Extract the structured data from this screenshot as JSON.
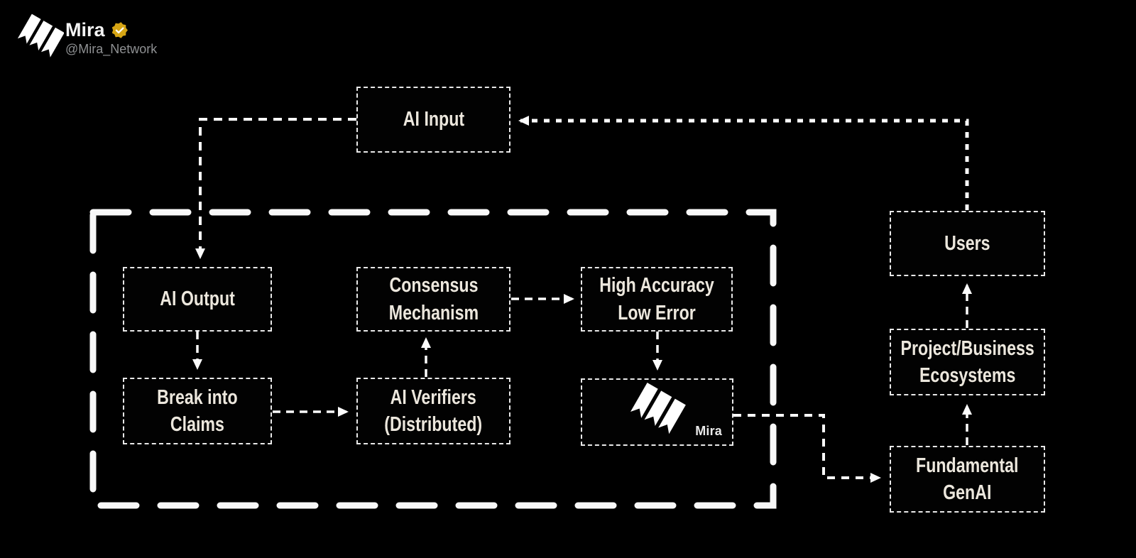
{
  "header": {
    "name": "Mira",
    "handle": "@Mira_Network",
    "badge": "gold-verified"
  },
  "diagram": {
    "nodes": {
      "ai_input": {
        "line1": "AI Input"
      },
      "ai_output": {
        "line1": "AI Output"
      },
      "break_claims": {
        "line1": "Break into",
        "line2": "Claims"
      },
      "consensus": {
        "line1": "Consensus",
        "line2": "Mechanism"
      },
      "verifiers": {
        "line1": "AI Verifiers",
        "line2": "(Distributed)"
      },
      "high_accuracy": {
        "line1": "High Accuracy",
        "line2": "Low Error"
      },
      "mira_node": {
        "label": "Mira"
      },
      "users": {
        "line1": "Users"
      },
      "ecosystems": {
        "line1": "Project/Business",
        "line2": "Ecosystems"
      },
      "fundamental": {
        "line1": "Fundamental",
        "line2": "GenAI"
      }
    },
    "edges": [
      {
        "from": "AI Input",
        "to": "AI Output"
      },
      {
        "from": "AI Output",
        "to": "Break into Claims"
      },
      {
        "from": "Break into Claims",
        "to": "AI Verifiers (Distributed)"
      },
      {
        "from": "AI Verifiers (Distributed)",
        "to": "Consensus Mechanism"
      },
      {
        "from": "Consensus Mechanism",
        "to": "High Accuracy Low Error"
      },
      {
        "from": "High Accuracy Low Error",
        "to": "Mira"
      },
      {
        "from": "Mira",
        "to": "Fundamental GenAI"
      },
      {
        "from": "Fundamental GenAI",
        "to": "Project/Business Ecosystems"
      },
      {
        "from": "Project/Business Ecosystems",
        "to": "Users"
      },
      {
        "from": "Users",
        "to": "AI Input"
      }
    ],
    "icons": [
      "mira-logo-icon",
      "verified-badge-icon"
    ]
  },
  "colors": {
    "background": "#000000",
    "box_border": "#e9e9e9",
    "label_text": "#ece7dd",
    "container_border": "#f8f8f8",
    "connector": "#fcfcfc",
    "badge_gold": "#d6a514",
    "handle_gray": "#8f9193"
  }
}
